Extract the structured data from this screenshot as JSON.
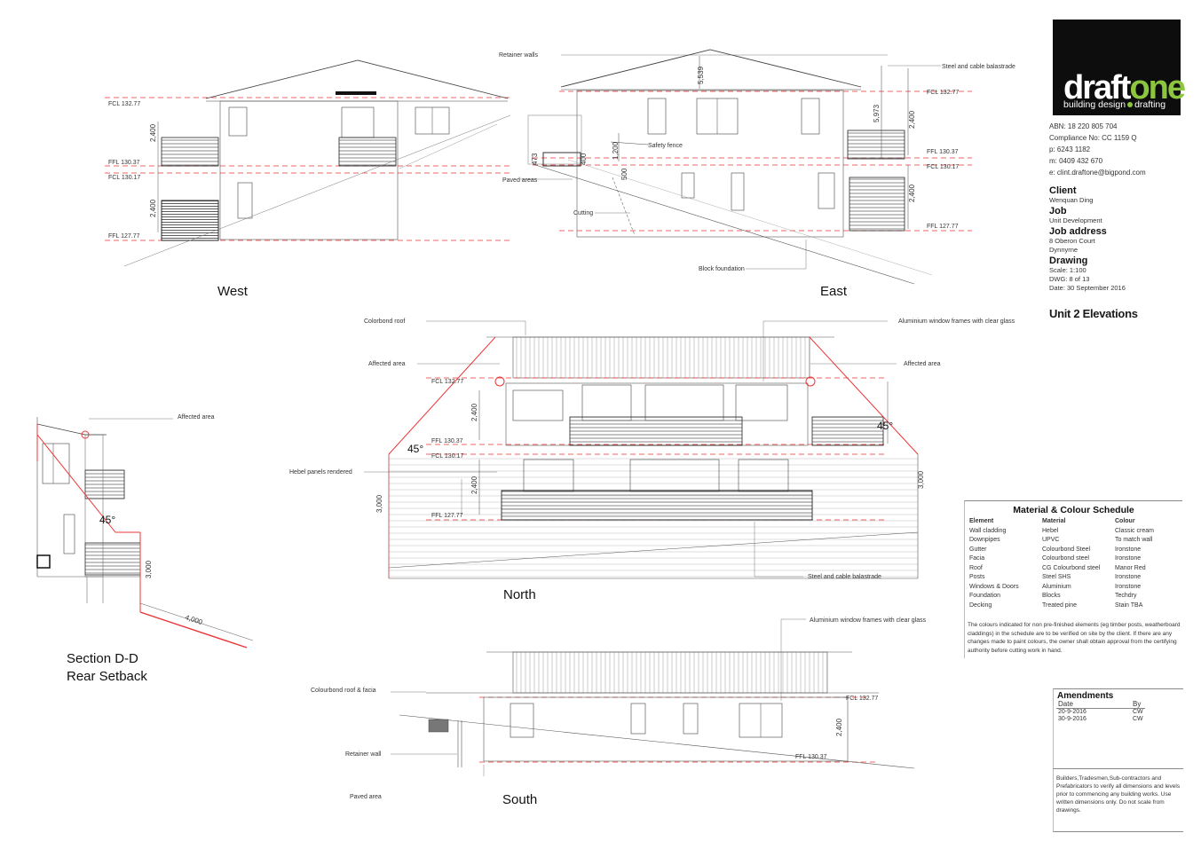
{
  "views": {
    "west": "West",
    "east": "East",
    "north": "North",
    "south": "South",
    "section_line1": "Section D-D",
    "section_line2": "Rear Setback"
  },
  "west_labels": {
    "fcl_132_77": "FCL 132.77",
    "ffl_130_37": "FFL 130.37",
    "fcl_130_17": "FCL 130.17",
    "ffl_127_77": "FFL 127.77",
    "dim_2400_a": "2,400",
    "dim_2400_b": "2,400"
  },
  "east_labels": {
    "retainer_walls": "Retainer walls",
    "steel_cable": "Steel and cable balastrade",
    "fcl_132_77": "FCL 132.77",
    "ffl_130_37": "FFL 130.37",
    "fcl_130_17": "FCL 130.17",
    "ffl_127_77": "FFL 127.77",
    "safety_fence": "Safety fence",
    "paved_areas": "Paved areas",
    "cutting": "Cutting",
    "block_foundation": "Block foundation",
    "dim_5539": "5,539",
    "dim_5973": "5,973",
    "dim_2400_a": "2,400",
    "dim_2400_b": "2,400",
    "dim_1200": "1,200",
    "dim_473": "473",
    "dim_400": "400",
    "dim_500": "500"
  },
  "north_labels": {
    "colorbond_roof": "Colorbond roof",
    "aluminium_windows": "Aluminium window frames with clear glass",
    "affected_area_left": "Affected area",
    "affected_area_right": "Affected area",
    "fcl_132_77": "FCL 132.77",
    "ffl_130_37": "FFL 130.37",
    "fcl_130_17": "FCL 130.17",
    "ffl_127_77": "FFL 127.77",
    "hebel_panels": "Hebel panels rendered",
    "steel_cable": "Steel and cable balastrade",
    "angle_left": "45°",
    "angle_right": "45°",
    "dim_2400_a": "2,400",
    "dim_2400_b": "2,400",
    "dim_3000_left": "3,000",
    "dim_3000_right": "3,000"
  },
  "section_labels": {
    "affected_area": "Affected area",
    "angle": "45°",
    "dim_3000": "3,000",
    "dim_4000": "4,000"
  },
  "south_labels": {
    "aluminium_windows": "Aluminium window frames with clear glass",
    "colourbond_roof": "Colourbond roof & facia",
    "fcl_132_77": "FCL 132.77",
    "retainer_wall": "Retainer wall",
    "ffl_130_37": "FFL 130.37",
    "paved_area": "Paved area",
    "dim_2400": "2,400"
  },
  "titleblock": {
    "logo_draft": "draft",
    "logo_one": "one",
    "logo_tag_a": "building design",
    "logo_tag_b": "drafting",
    "abn": "ABN: 18 220 805 704",
    "compliance": "Compliance No:  CC 1159 Q",
    "phone": "p:   6243 1182",
    "mobile": "m:  0409 432 670",
    "email": "e:   clint.draftone@bigpond.com",
    "client_h": "Client",
    "client": "Wenquan Ding",
    "job_h": "Job",
    "job": "Unit Development",
    "address_h": "Job address",
    "address1": "8 Oberon Court",
    "address2": "Dynnyrne",
    "drawing_h": "Drawing",
    "scale": "Scale: 1:100",
    "dwg": "DWG: 8 of 13",
    "date": "Date:  30 September 2016",
    "sheet_title": "Unit 2 Elevations"
  },
  "schedule": {
    "title": "Material & Colour Schedule",
    "headers": [
      "Element",
      "Material",
      "Colour"
    ],
    "rows": [
      [
        "Wall cladding",
        "Hebel",
        "Classic cream"
      ],
      [
        "Downpipes",
        "UPVC",
        "To match wall"
      ],
      [
        "Gutter",
        "Colourbond Steel",
        "Ironstone"
      ],
      [
        "Facia",
        "Colourbond steel",
        "Ironstone"
      ],
      [
        "Roof",
        "CG  Colourbond steel",
        "Manor Red"
      ],
      [
        "Posts",
        "Steel SHS",
        "Ironstone"
      ],
      [
        "Windows & Doors",
        "Aluminium",
        "Ironstone"
      ],
      [
        "Foundation",
        "Blocks",
        "Techdry"
      ],
      [
        "Decking",
        "Treated pine",
        "Stain TBA"
      ]
    ],
    "note": "The colours indicated for non pre-finished elements (eg timber posts, weatherboard claddings) in the schedule are to be verified on site by the client. If there are any changes made to paint colours, the owner shall obtain approval from the certifying authority before cutting work in hand."
  },
  "amendments": {
    "title": "Amendments",
    "headers": [
      "Date",
      "By"
    ],
    "rows": [
      [
        "20-9-2016",
        "CW"
      ],
      [
        "30-9-2016",
        "CW"
      ]
    ]
  },
  "builders_note": "Builders,Tradesmen,Sub-contractors and Prefabricators to verify all dimensions and levels prior to commencing any building works. Use written dimensions only. Do not scale from drawings."
}
